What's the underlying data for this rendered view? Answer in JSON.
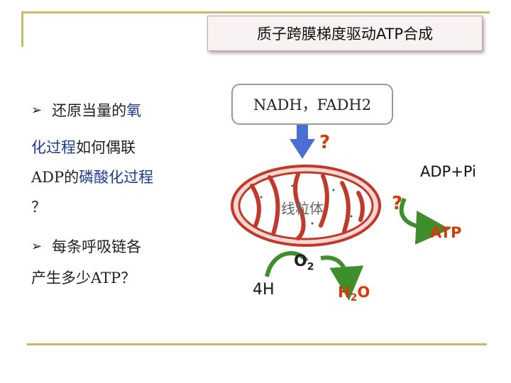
{
  "title": "质子跨膜梯度驱动ATP合成",
  "left_text": {
    "q1_part1": "还原当量的",
    "q1_part2": "氧",
    "q1_line2_blue": "化过程",
    "q1_line2_rest": "如何偶联",
    "q1_line3_pre": "ADP的",
    "q1_line3_blue": "磷酸化过程",
    "q1_line4": "？",
    "q2_line1": "每条呼吸链各",
    "q2_line2": "产生多少ATP？"
  },
  "diagram": {
    "nadh_label": "NADH，FADH2",
    "question_mark_top": "?",
    "question_mark_right": "?",
    "adp_label": "ADP+Pi",
    "atp_label": "ATP",
    "mito_label": "线粒体",
    "h4_label": "4H",
    "o2_main": "O",
    "o2_sub": "2",
    "h2o_main": "H",
    "h2o_sub": "2",
    "h2o_tail": "O"
  },
  "colors": {
    "accent_red": "#d53a0a",
    "blue_text": "#1d3b8f",
    "arrow_blue": "#4a6fd0",
    "arrow_green": "#3f8e2c",
    "membrane_red": "#c0392b",
    "frame_gold": "#c8b96a"
  }
}
